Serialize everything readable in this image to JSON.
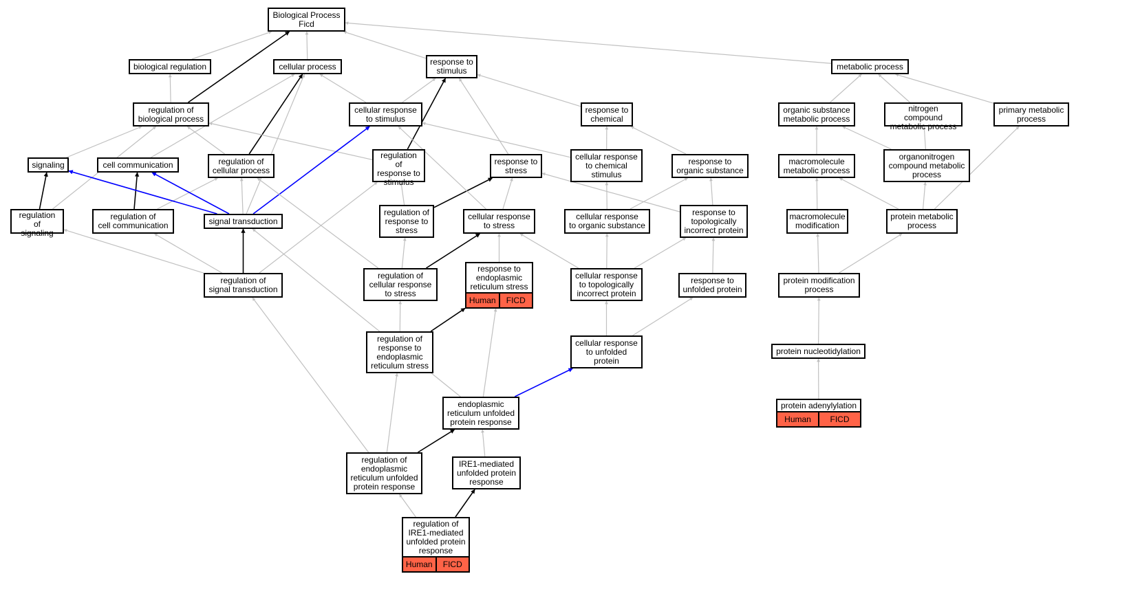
{
  "colors": {
    "grey_edge": "#c0c0c0",
    "black_edge": "#000000",
    "blue_edge": "#0000ff",
    "annotation_fill": "#ff6347"
  },
  "nodes": [
    {
      "id": "root",
      "label": "Biological Process\nFicd"
    },
    {
      "id": "bioreg",
      "label": "biological regulation"
    },
    {
      "id": "cellproc",
      "label": "cellular process"
    },
    {
      "id": "respstim",
      "label": "response to\nstimulus"
    },
    {
      "id": "metab",
      "label": "metabolic process"
    },
    {
      "id": "regbio",
      "label": "regulation of\nbiological process"
    },
    {
      "id": "cellrespstim",
      "label": "cellular response\nto stimulus"
    },
    {
      "id": "respchem",
      "label": "response to\nchemical"
    },
    {
      "id": "orgsub",
      "label": "organic substance\nmetabolic process"
    },
    {
      "id": "nitro",
      "label": "nitrogen compound\nmetabolic process"
    },
    {
      "id": "primmet",
      "label": "primary metabolic\nprocess"
    },
    {
      "id": "signaling",
      "label": "signaling"
    },
    {
      "id": "cellcomm",
      "label": "cell communication"
    },
    {
      "id": "regcellproc",
      "label": "regulation of\ncellular process"
    },
    {
      "id": "regrespstim",
      "label": "regulation of\nresponse to\nstimulus"
    },
    {
      "id": "respstress",
      "label": "response to\nstress"
    },
    {
      "id": "cellrespchem",
      "label": "cellular response\nto chemical\nstimulus"
    },
    {
      "id": "resporg",
      "label": "response to\norganic substance"
    },
    {
      "id": "macromet",
      "label": "macromolecule\nmetabolic process"
    },
    {
      "id": "organonitro",
      "label": "organonitrogen\ncompound metabolic\nprocess"
    },
    {
      "id": "regsig",
      "label": "regulation of\nsignaling"
    },
    {
      "id": "regcellcomm",
      "label": "regulation of\ncell communication"
    },
    {
      "id": "sigtrans",
      "label": "signal transduction"
    },
    {
      "id": "regrespstress",
      "label": "regulation of\nresponse to\nstress"
    },
    {
      "id": "cellrespstress",
      "label": "cellular response\nto stress"
    },
    {
      "id": "cellresporg",
      "label": "cellular response\nto organic substance"
    },
    {
      "id": "resptopo",
      "label": "response to\ntopologically\nincorrect protein"
    },
    {
      "id": "macromod",
      "label": "macromolecule\nmodification"
    },
    {
      "id": "protmet",
      "label": "protein metabolic\nprocess"
    },
    {
      "id": "regsigtrans",
      "label": "regulation of\nsignal transduction"
    },
    {
      "id": "regcellrespstress",
      "label": "regulation of\ncellular response\nto stress"
    },
    {
      "id": "resper",
      "label": "response to\nendoplasmic\nreticulum stress",
      "annotation": [
        "Human",
        "FICD"
      ]
    },
    {
      "id": "cellresptopo",
      "label": "cellular response\nto topologically\nincorrect protein"
    },
    {
      "id": "respunf",
      "label": "response to\nunfolded protein"
    },
    {
      "id": "protmod",
      "label": "protein modification\nprocess"
    },
    {
      "id": "regresper",
      "label": "regulation of\nresponse to\nendoplasmic\nreticulum stress"
    },
    {
      "id": "cellrespunf",
      "label": "cellular response\nto unfolded\nprotein"
    },
    {
      "id": "protnuc",
      "label": "protein nucleotidylation"
    },
    {
      "id": "erupr",
      "label": "endoplasmic\nreticulum unfolded\nprotein response"
    },
    {
      "id": "protaden",
      "label": "protein adenylylation",
      "annotation": [
        "Human",
        "FICD"
      ]
    },
    {
      "id": "regerupr",
      "label": "regulation of\nendoplasmic\nreticulum unfolded\nprotein response"
    },
    {
      "id": "ire1",
      "label": "IRE1-mediated\nunfolded protein\nresponse"
    },
    {
      "id": "regire1",
      "label": "regulation of\nIRE1-mediated\nunfolded protein\nresponse",
      "annotation": [
        "Human",
        "FICD"
      ]
    }
  ],
  "edges": [
    [
      "bioreg",
      "root",
      "grey"
    ],
    [
      "cellproc",
      "root",
      "grey"
    ],
    [
      "respstim",
      "root",
      "grey"
    ],
    [
      "metab",
      "root",
      "grey"
    ],
    [
      "regbio",
      "root",
      "black"
    ],
    [
      "regbio",
      "bioreg",
      "grey"
    ],
    [
      "cellrespstim",
      "cellproc",
      "grey"
    ],
    [
      "cellrespstim",
      "respstim",
      "grey"
    ],
    [
      "respchem",
      "respstim",
      "grey"
    ],
    [
      "respstress",
      "respstim",
      "grey"
    ],
    [
      "regrespstim",
      "respstim",
      "black"
    ],
    [
      "orgsub",
      "metab",
      "grey"
    ],
    [
      "nitro",
      "metab",
      "grey"
    ],
    [
      "primmet",
      "metab",
      "grey"
    ],
    [
      "signaling",
      "regbio",
      "grey"
    ],
    [
      "cellcomm",
      "cellproc",
      "grey"
    ],
    [
      "regcellproc",
      "regbio",
      "grey"
    ],
    [
      "regcellproc",
      "cellproc",
      "black"
    ],
    [
      "regrespstim",
      "regbio",
      "grey"
    ],
    [
      "regsig",
      "regbio",
      "grey"
    ],
    [
      "cellrespchem",
      "cellrespstim",
      "grey"
    ],
    [
      "cellrespchem",
      "respchem",
      "grey"
    ],
    [
      "resporg",
      "respchem",
      "grey"
    ],
    [
      "macromet",
      "orgsub",
      "grey"
    ],
    [
      "organonitro",
      "orgsub",
      "grey"
    ],
    [
      "organonitro",
      "nitro",
      "grey"
    ],
    [
      "regsig",
      "signaling",
      "black"
    ],
    [
      "regcellcomm",
      "cellcomm",
      "black"
    ],
    [
      "regcellcomm",
      "regcellproc",
      "grey"
    ],
    [
      "sigtrans",
      "signaling",
      "blue"
    ],
    [
      "sigtrans",
      "cellcomm",
      "blue"
    ],
    [
      "sigtrans",
      "cellrespstim",
      "blue"
    ],
    [
      "sigtrans",
      "regcellproc",
      "grey"
    ],
    [
      "sigtrans",
      "cellproc",
      "grey"
    ],
    [
      "regrespstress",
      "regrespstim",
      "grey"
    ],
    [
      "regrespstress",
      "respstress",
      "black"
    ],
    [
      "cellrespstress",
      "respstress",
      "grey"
    ],
    [
      "cellrespstress",
      "cellrespstim",
      "grey"
    ],
    [
      "cellresporg",
      "cellrespchem",
      "grey"
    ],
    [
      "cellresporg",
      "resporg",
      "grey"
    ],
    [
      "resptopo",
      "resporg",
      "grey"
    ],
    [
      "resptopo",
      "respstress",
      "grey"
    ],
    [
      "macromod",
      "macromet",
      "grey"
    ],
    [
      "protmet",
      "macromet",
      "grey"
    ],
    [
      "protmet",
      "organonitro",
      "grey"
    ],
    [
      "protmet",
      "primmet",
      "grey"
    ],
    [
      "regsigtrans",
      "sigtrans",
      "black"
    ],
    [
      "regsigtrans",
      "regsig",
      "grey"
    ],
    [
      "regsigtrans",
      "regcellcomm",
      "grey"
    ],
    [
      "regsigtrans",
      "regrespstim",
      "grey"
    ],
    [
      "regcellrespstress",
      "regrespstress",
      "grey"
    ],
    [
      "regcellrespstress",
      "cellrespstress",
      "black"
    ],
    [
      "regcellrespstress",
      "regcellproc",
      "grey"
    ],
    [
      "resper",
      "cellrespstress",
      "grey"
    ],
    [
      "cellresptopo",
      "cellrespstress",
      "grey"
    ],
    [
      "cellresptopo",
      "cellresporg",
      "grey"
    ],
    [
      "cellresptopo",
      "resptopo",
      "grey"
    ],
    [
      "respunf",
      "resptopo",
      "grey"
    ],
    [
      "protmod",
      "macromod",
      "grey"
    ],
    [
      "protmod",
      "protmet",
      "grey"
    ],
    [
      "regresper",
      "regcellrespstress",
      "grey"
    ],
    [
      "regresper",
      "resper",
      "black"
    ],
    [
      "cellrespunf",
      "cellresptopo",
      "grey"
    ],
    [
      "cellrespunf",
      "respunf",
      "grey"
    ],
    [
      "protnuc",
      "protmod",
      "grey"
    ],
    [
      "erupr",
      "resper",
      "grey"
    ],
    [
      "erupr",
      "cellrespunf",
      "blue"
    ],
    [
      "erupr",
      "sigtrans",
      "grey"
    ],
    [
      "protaden",
      "protnuc",
      "grey"
    ],
    [
      "regerupr",
      "erupr",
      "black"
    ],
    [
      "regerupr",
      "regresper",
      "grey"
    ],
    [
      "regerupr",
      "regsigtrans",
      "grey"
    ],
    [
      "ire1",
      "erupr",
      "grey"
    ],
    [
      "regire1",
      "ire1",
      "black"
    ],
    [
      "regire1",
      "regerupr",
      "grey"
    ]
  ]
}
